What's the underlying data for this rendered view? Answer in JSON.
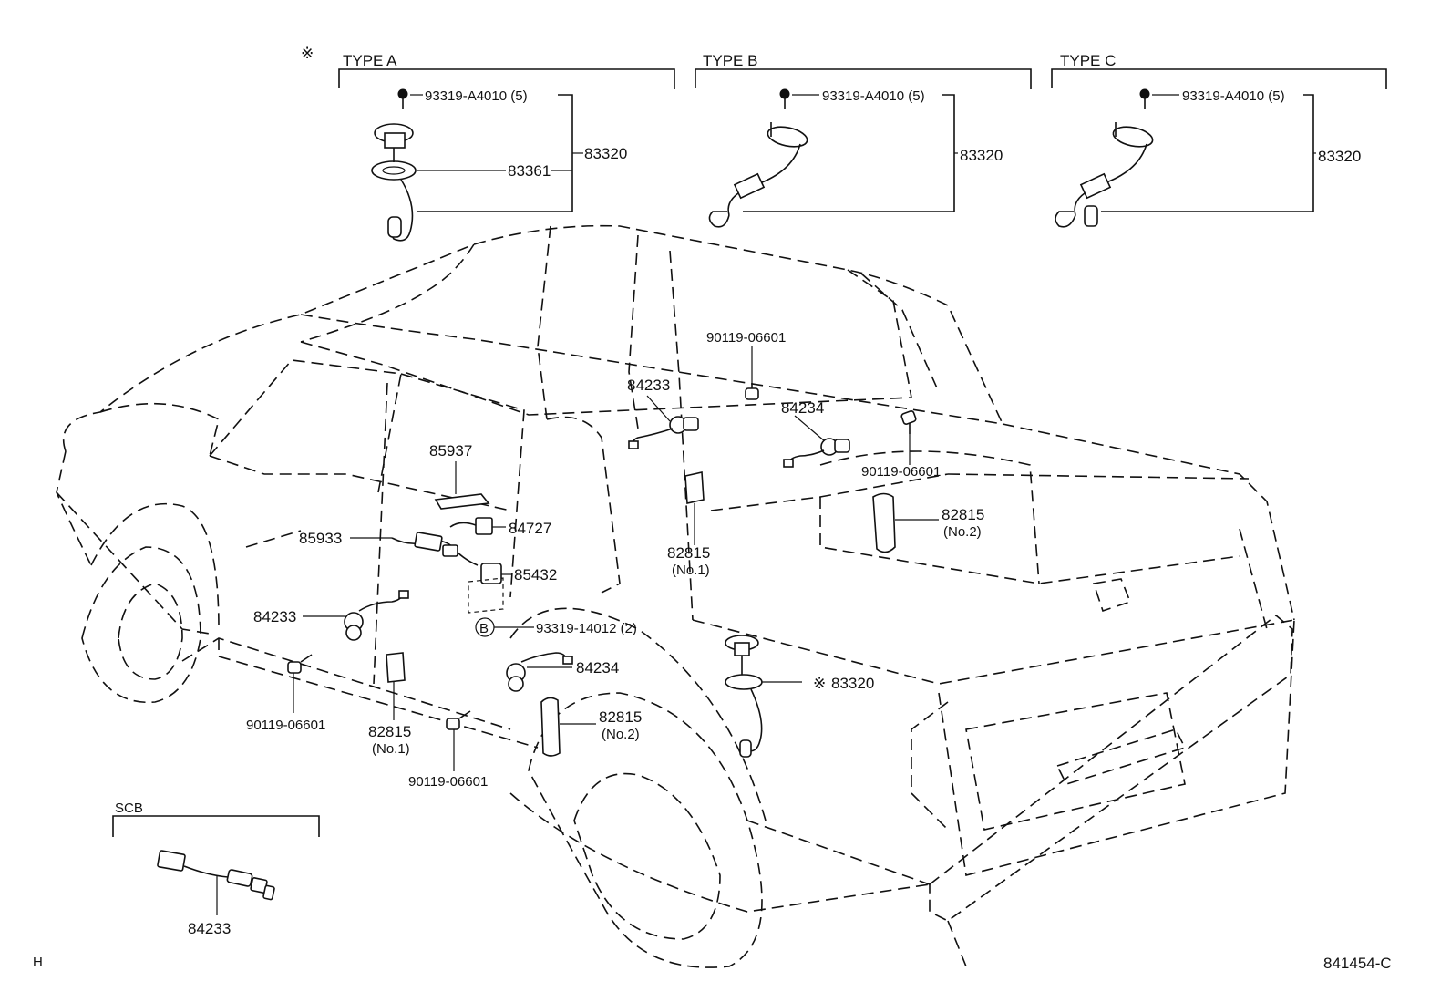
{
  "diagram_id": "841454-C",
  "corner_code": "H",
  "note_mark": "※",
  "types": [
    {
      "label": "TYPE A",
      "screw": "93319-A4010 (5)",
      "assembly": "83320",
      "gasket": "83361"
    },
    {
      "label": "TYPE B",
      "screw": "93319-A4010 (5)",
      "assembly": "83320"
    },
    {
      "label": "TYPE C",
      "screw": "93319-A4010 (5)",
      "assembly": "83320"
    }
  ],
  "scb": {
    "label": "SCB",
    "part": "84233"
  },
  "callouts": {
    "bolt_rear_upper": "90119-06601",
    "switch_rear_upper": "84233",
    "switch_rear_mid": "84234",
    "bolt_rear_mid": "90119-06601",
    "pad_rear_right": "82815",
    "pad_rear_right_note": "(No.2)",
    "pad_rear_center": "82815",
    "pad_rear_center_note": "(No.1)",
    "label_plate": "85937",
    "wire_85933": "85933",
    "relay_84727": "84727",
    "buzzer_85432": "85432",
    "screw_b_mark": "B",
    "screw_b": "93319-14012 (2)",
    "switch_front": "84233",
    "switch_rear_door": "84234",
    "bolt_front": "90119-06601",
    "pad_front": "82815",
    "pad_front_note": "(No.1)",
    "pad_rear_door": "82815",
    "pad_rear_door_note": "(No.2)",
    "bolt_rear_door": "90119-06601",
    "sender_ref_mark": "※",
    "sender_ref": "83320"
  }
}
